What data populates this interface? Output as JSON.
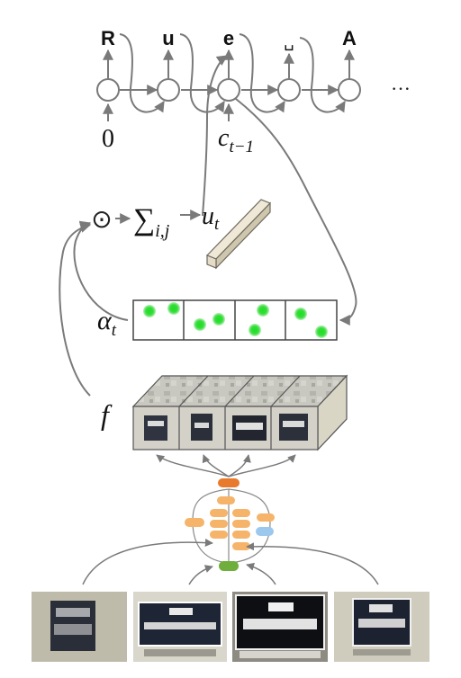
{
  "decoder": {
    "outputs": [
      "R",
      "u",
      "e",
      "␣",
      "A"
    ],
    "ellipsis": "···",
    "initial_input": "0",
    "context_var": "c",
    "context_sub": "t−1"
  },
  "attention": {
    "dot_symbol": "⊙",
    "sum_symbol": "∑",
    "sum_sub": "i,j",
    "u_var": "u",
    "u_sub": "t",
    "alpha_var": "α",
    "alpha_sub": "t",
    "f_var": "f"
  },
  "colors": {
    "stroke": "#7a7a7a",
    "attention_spot": "#22d62a",
    "beam_face": "#e4dcc8",
    "node_orange": "#f5b46a",
    "node_top": "#e87a2d",
    "node_blue": "#9cc8ee",
    "node_green": "#6fae3c"
  }
}
